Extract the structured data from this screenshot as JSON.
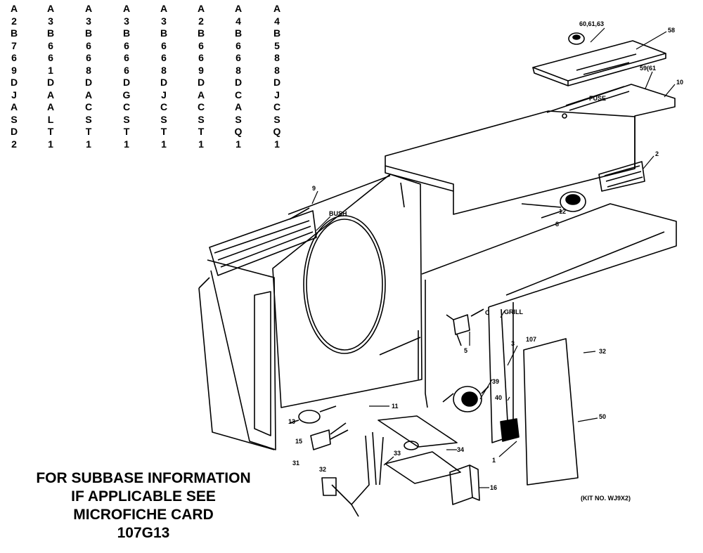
{
  "model_columns": [
    [
      "A",
      "2",
      "B",
      "7",
      "6",
      "9",
      "D",
      "J",
      "A",
      "S",
      "D",
      "2"
    ],
    [
      "A",
      "3",
      "B",
      "6",
      "6",
      "1",
      "D",
      "A",
      "A",
      "L",
      "T",
      "1"
    ],
    [
      "A",
      "3",
      "B",
      "6",
      "6",
      "8",
      "D",
      "A",
      "C",
      "S",
      "T",
      "1"
    ],
    [
      "A",
      "3",
      "B",
      "6",
      "6",
      "6",
      "D",
      "G",
      "C",
      "S",
      "T",
      "1"
    ],
    [
      "A",
      "3",
      "B",
      "6",
      "6",
      "8",
      "D",
      "J",
      "C",
      "S",
      "T",
      "1"
    ],
    [
      "A",
      "2",
      "B",
      "6",
      "6",
      "9",
      "D",
      "A",
      "C",
      "S",
      "T",
      "1"
    ],
    [
      "A",
      "4",
      "B",
      "6",
      "6",
      "8",
      "D",
      "C",
      "A",
      "S",
      "Q",
      "1"
    ],
    [
      "A",
      "4",
      "B",
      "5",
      "8",
      "8",
      "D",
      "J",
      "C",
      "S",
      "Q",
      "1"
    ]
  ],
  "note_lines": [
    "FOR SUBBASE INFORMATION",
    "IF APPLICABLE SEE",
    "MICROFICHE CARD",
    "107G13"
  ],
  "callouts": {
    "c_60_61_63": "60,61,63",
    "c_58": "58",
    "c_59_61": "59(61",
    "c_fuse": "FUSE",
    "c_10": "10",
    "c_2": "2",
    "c_8": "8",
    "c_9": "9",
    "c_bushing": "BUSH",
    "c_c": "C",
    "c_grille": "GRILL",
    "c_5": "5",
    "c_3": "3",
    "c_11": "11",
    "c_13": "13",
    "c_15": "15",
    "c_31": "31",
    "c_32": "32",
    "c_33": "33",
    "c_34": "34",
    "c_39": "39",
    "c_40": "40",
    "c_1": "1",
    "c_16": "16",
    "c_32b": "32",
    "c_panel": "50",
    "c_107": "107",
    "c_12": "12",
    "c_kit": "(KIT NO. WJ9X2)"
  }
}
